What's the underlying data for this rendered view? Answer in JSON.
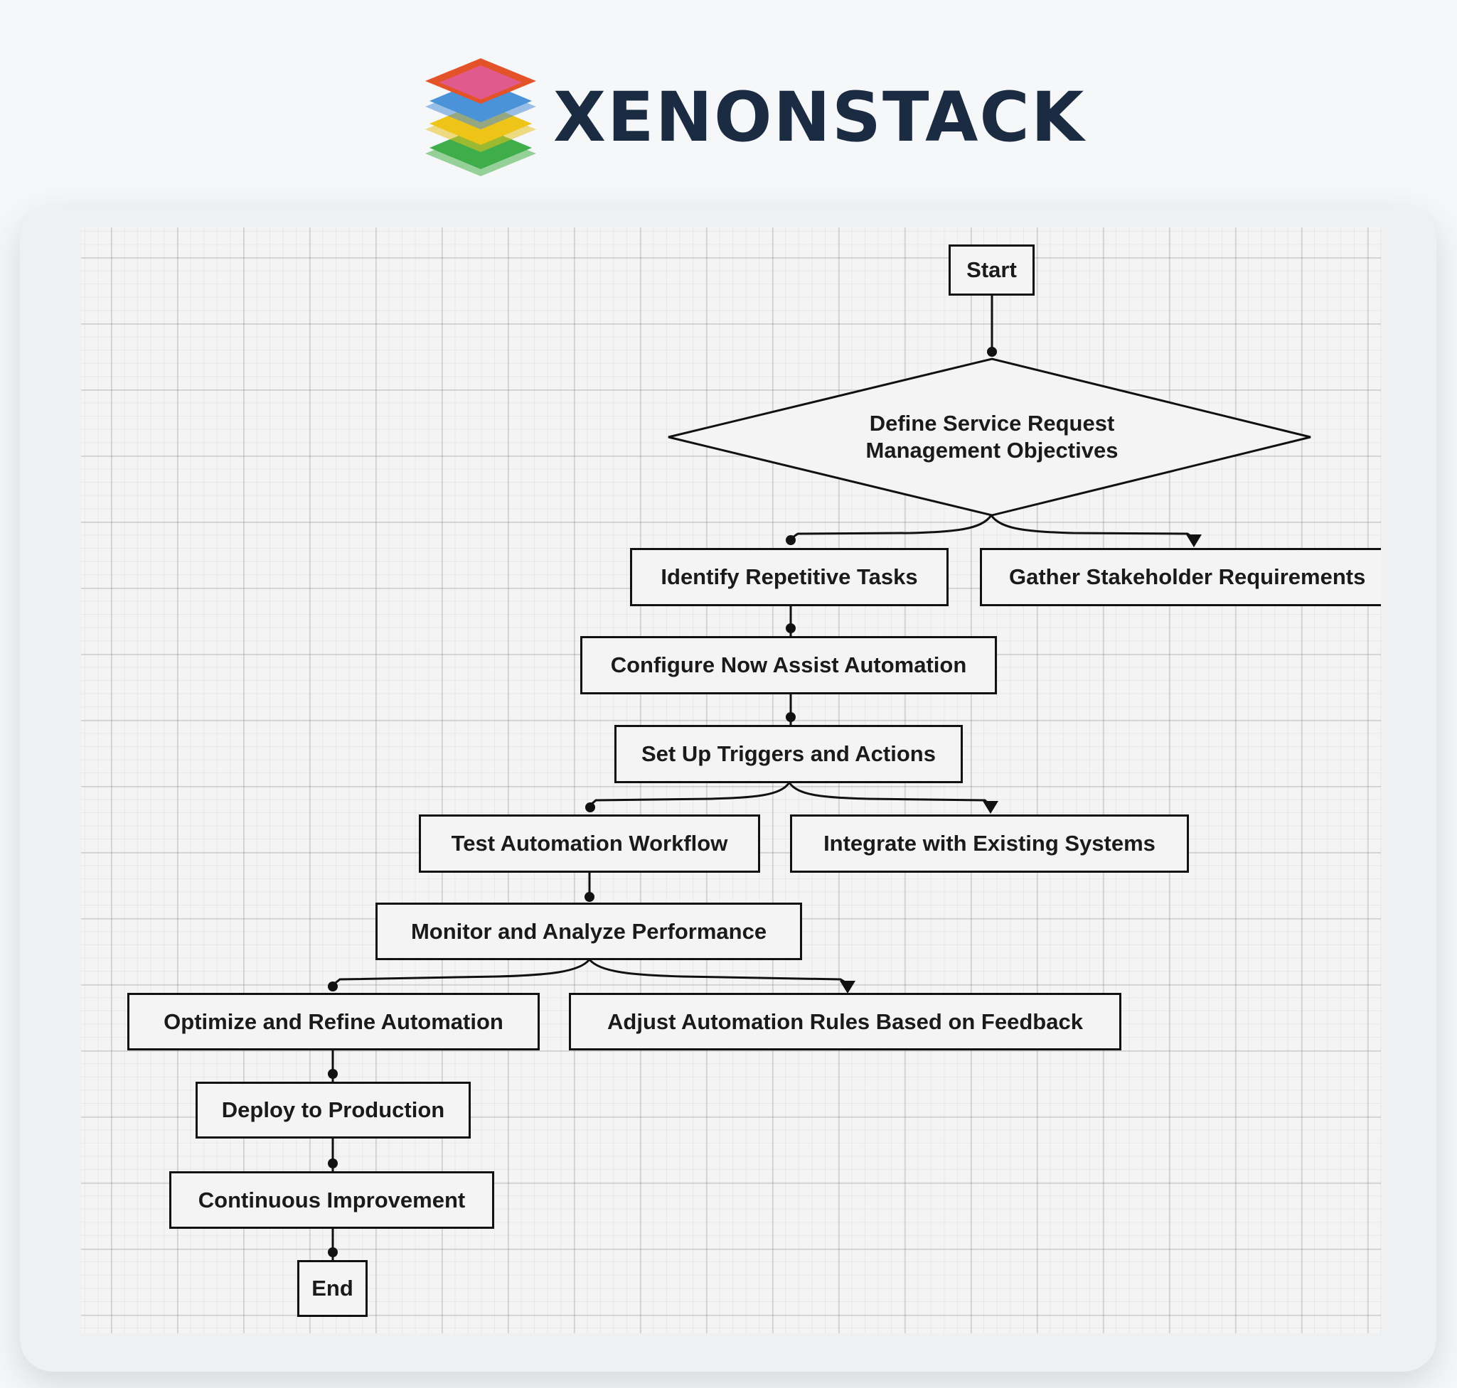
{
  "brand": {
    "name": "XENONSTACK",
    "logo_icon": "stacked-layers-icon",
    "logo_colors": [
      "#e4522a",
      "#e05a8e",
      "#4a8fd6",
      "#e8c21e",
      "#47b04a"
    ],
    "text_color": "#1b2b42"
  },
  "flowchart": {
    "start": "Start",
    "decision": {
      "line1": "Define Service Request",
      "line2": "Management Objectives"
    },
    "steps": {
      "identify": "Identify Repetitive Tasks",
      "gather": "Gather Stakeholder Requirements",
      "configure": "Configure Now Assist Automation",
      "triggers": "Set Up Triggers and Actions",
      "test": "Test Automation Workflow",
      "integrate": "Integrate with Existing Systems",
      "monitor": "Monitor and Analyze Performance",
      "optimize": "Optimize and Refine Automation",
      "adjust": "Adjust Automation Rules Based on Feedback",
      "deploy": "Deploy to Production",
      "improve": "Continuous Improvement"
    },
    "end": "End"
  }
}
